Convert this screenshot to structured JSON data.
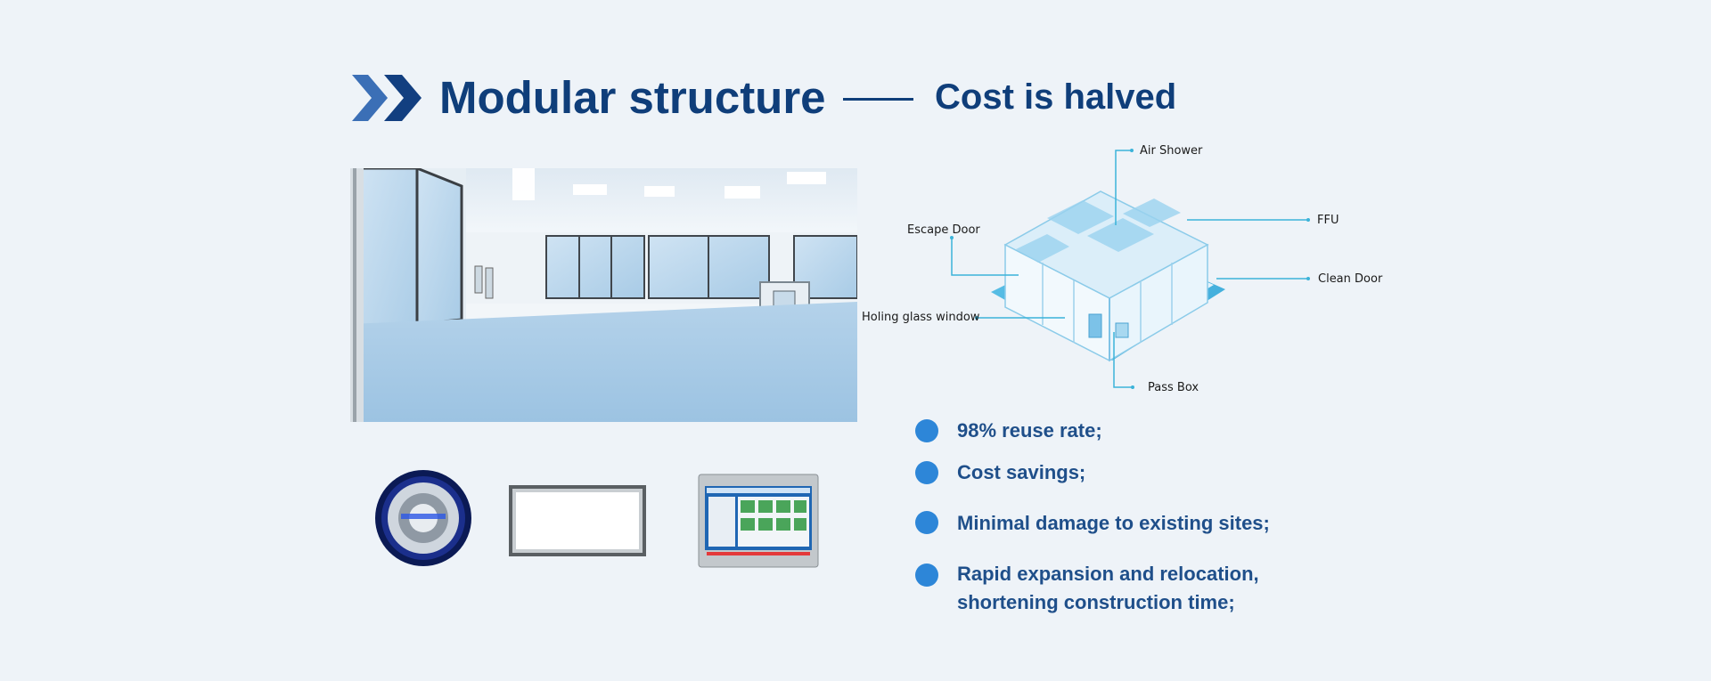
{
  "header": {
    "title": "Modular structure",
    "subtitle": "Cost is halved"
  },
  "diagram": {
    "labels": {
      "air_shower": "Air Shower",
      "ffu": "FFU",
      "escape_door": "Escape Door",
      "clean_door": "Clean Door",
      "holing_glass_window": "Holing glass window",
      "pass_box": "Pass Box"
    }
  },
  "bullets": {
    "b1": "98% reuse rate;",
    "b2": "Cost savings;",
    "b3": "Minimal damage to existing sites;",
    "b4_line1": "Rapid expansion and relocation,",
    "b4_line2": "shortening construction time;"
  },
  "colors": {
    "title": "#0f3e7a",
    "bullet_dot": "#2d86d8",
    "bullet_text": "#1f4f8a",
    "diagram_line": "#3bb3d9",
    "background": "#eef3f8"
  },
  "icons": [
    "chevron-double-right-icon",
    "bullet-dot-icon"
  ]
}
